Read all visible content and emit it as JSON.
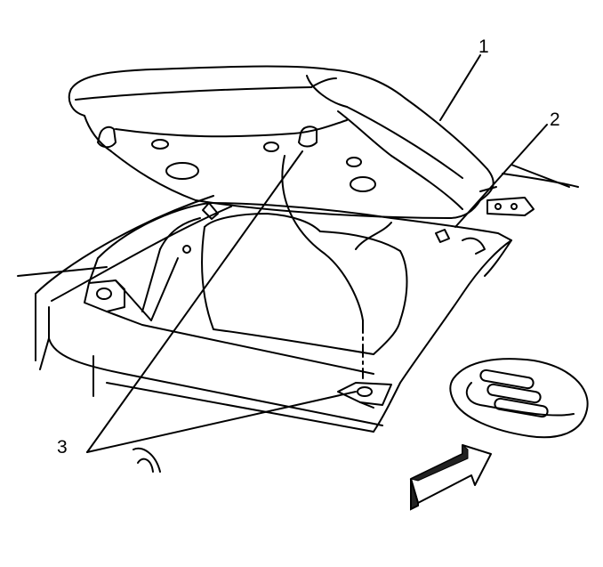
{
  "callouts": {
    "part_1": "1",
    "part_2": "2",
    "part_3": "3"
  },
  "colors": {
    "line": "#000000",
    "background": "#ffffff",
    "arrow_shade": "#222222"
  },
  "icons": [
    "front-direction-arrow-icon",
    "vent-grille-icon"
  ]
}
